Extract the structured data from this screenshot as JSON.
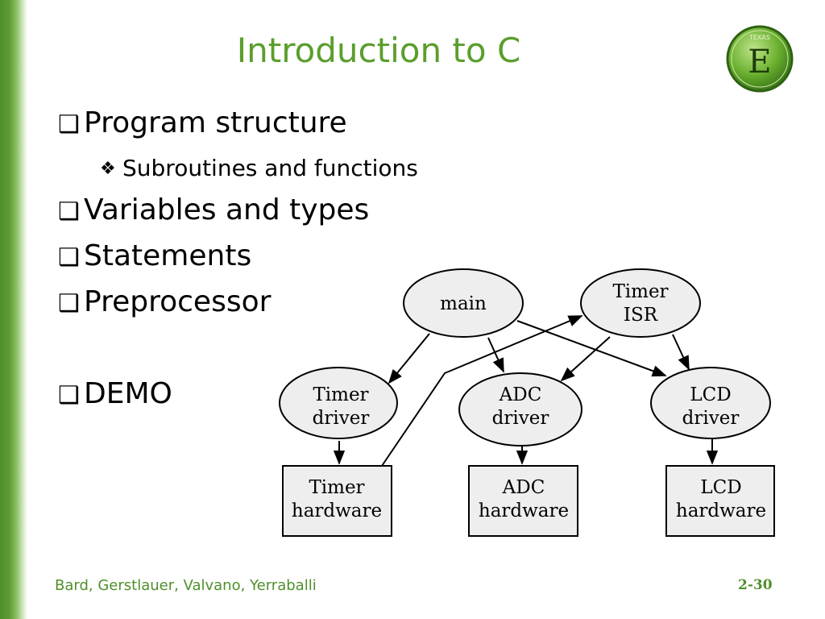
{
  "slide": {
    "title": "Introduction to C",
    "bullets": [
      {
        "text": "Program structure",
        "level": 1
      },
      {
        "text": "Subroutines and functions",
        "level": 2
      },
      {
        "text": "Variables and types",
        "level": 1
      },
      {
        "text": "Statements",
        "level": 1
      },
      {
        "text": "Preprocessor",
        "level": 1
      },
      {
        "text": "DEMO",
        "level": 1
      }
    ],
    "bullet_glyph_l1": "❑",
    "bullet_glyph_l2": "❖"
  },
  "logo": {
    "letter": "E",
    "small_text": "TEXAS"
  },
  "diagram": {
    "nodes": {
      "main": [
        "main"
      ],
      "timer_isr": [
        "Timer",
        "ISR"
      ],
      "timer_driver": [
        "Timer",
        "driver"
      ],
      "adc_driver": [
        "ADC",
        "driver"
      ],
      "lcd_driver": [
        "LCD",
        "driver"
      ],
      "timer_hardware": [
        "Timer",
        "hardware"
      ],
      "adc_hardware": [
        "ADC",
        "hardware"
      ],
      "lcd_hardware": [
        "LCD",
        "hardware"
      ]
    },
    "edges": [
      {
        "from": "main",
        "to": "timer_driver"
      },
      {
        "from": "main",
        "to": "adc_driver"
      },
      {
        "from": "main",
        "to": "lcd_driver"
      },
      {
        "from": "timer_isr",
        "to": "adc_driver"
      },
      {
        "from": "timer_isr",
        "to": "lcd_driver"
      },
      {
        "from": "timer_hardware",
        "to": "timer_isr"
      },
      {
        "from": "timer_driver",
        "to": "timer_hardware"
      },
      {
        "from": "adc_driver",
        "to": "adc_hardware"
      },
      {
        "from": "lcd_driver",
        "to": "lcd_hardware"
      }
    ],
    "node_fill": "#eeeeee"
  },
  "footer": {
    "authors": "Bard, Gerstlauer, Valvano, Yerraballi",
    "page": "2-30"
  },
  "colors": {
    "accent": "#5a9e2c",
    "sidebar": "#4f8f2b"
  }
}
